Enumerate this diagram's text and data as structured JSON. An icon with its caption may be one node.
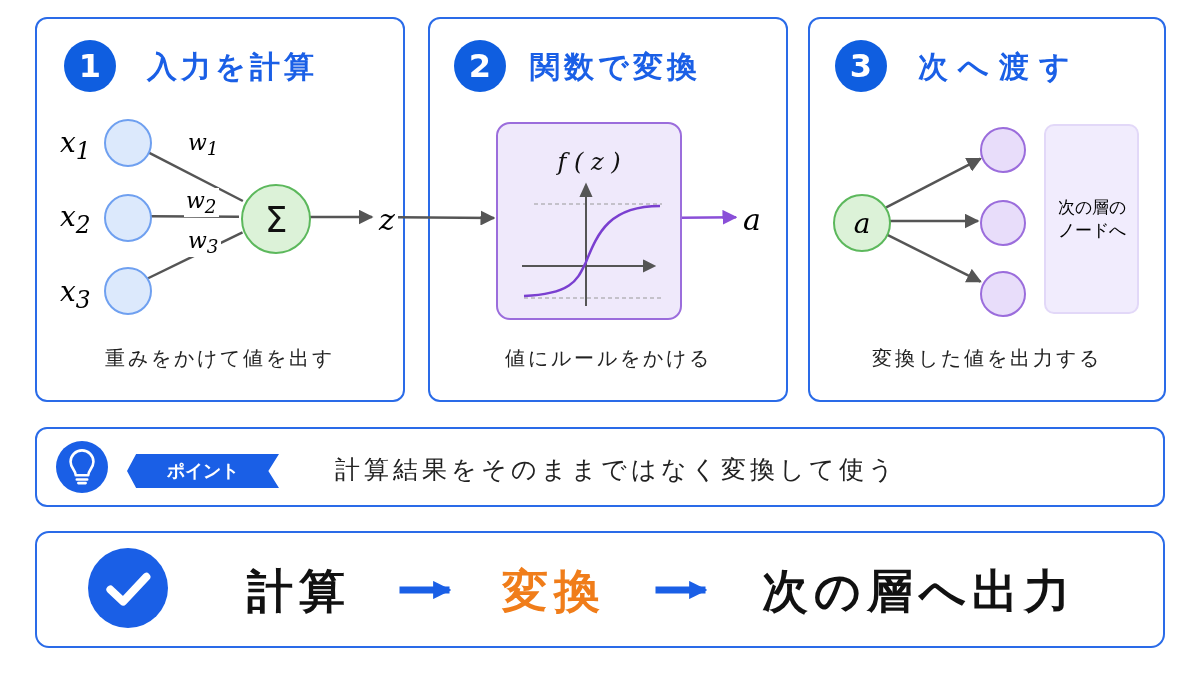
{
  "diagram": {
    "nodes": [
      {
        "text": [
          "入力を計算",
          "重みをかけて値を出す"
        ]
      },
      {
        "text": [
          "1"
        ],
        "in": 0
      },
      {
        "text": [],
        "shape": "circle",
        "in": 0,
        "beside": [
          "x$_{1}$"
        ]
      },
      {
        "text": [],
        "shape": "circle",
        "in": 0,
        "beside": [
          "x$_{2}$"
        ]
      },
      {
        "text": [],
        "shape": "circle",
        "in": 0,
        "beside": [
          "x$_{3}$"
        ]
      },
      {
        "text": [
          "Σ"
        ],
        "in": 0
      },
      {
        "text": [
          "z"
        ],
        "in": 0
      },
      {
        "text": [
          "関数で変換",
          "値にルールをかける"
        ]
      },
      {
        "text": [
          "2"
        ],
        "in": 7
      },
      {
        "text": [
          "f ( z )"
        ],
        "in": 7
      },
      {
        "text": [
          "a"
        ],
        "in": 7
      },
      {
        "text": [
          "次へ渡す",
          "変換した値を出力する"
        ]
      },
      {
        "text": [
          "3"
        ],
        "in": 11
      },
      {
        "text": [
          "a"
        ],
        "in": 11
      },
      {
        "text": [],
        "shape": "circle",
        "in": 11
      },
      {
        "text": [],
        "shape": "circle",
        "in": 11
      },
      {
        "text": [],
        "shape": "circle",
        "in": 11
      },
      {
        "text": [
          "次の層のノードへ"
        ],
        "in": 11
      },
      {
        "text": [
          "計算結果をそのままではなく変換して使う"
        ]
      },
      {
        "text": [
          "ポイント"
        ],
        "in": 18
      },
      {
        "text": [],
        "shape": "box"
      },
      {
        "text": [
          "計算"
        ],
        "in": 20
      },
      {
        "text": [
          "変換"
        ],
        "in": 20
      },
      {
        "text": [
          "次の層へ出力"
        ],
        "in": 20
      }
    ],
    "edges": [
      {
        "from": 2,
        "to": 5,
        "arrow": "none",
        "label": "w$_{1}$"
      },
      {
        "from": 3,
        "to": 5,
        "arrow": "none",
        "label": "w$_{2}$"
      },
      {
        "from": 4,
        "to": 5,
        "arrow": "none",
        "label": "w$_{3}$"
      },
      {
        "from": 5,
        "to": 6,
        "arrow": "to"
      },
      {
        "from": 6,
        "to": 9,
        "arrow": "to"
      },
      {
        "from": 9,
        "to": 10,
        "arrow": "to",
        "color": "#8a4fd8"
      },
      {
        "from": 13,
        "to": 14,
        "arrow": "to"
      },
      {
        "from": 13,
        "to": 15,
        "arrow": "to"
      },
      {
        "from": 13,
        "to": 16,
        "arrow": "to"
      },
      {
        "from": 21,
        "to": 22,
        "arrow": "to",
        "style": "thick",
        "color": "#1a5fe6"
      },
      {
        "from": 22,
        "to": 23,
        "arrow": "to",
        "style": "thick",
        "color": "#1a5fe6"
      }
    ]
  }
}
